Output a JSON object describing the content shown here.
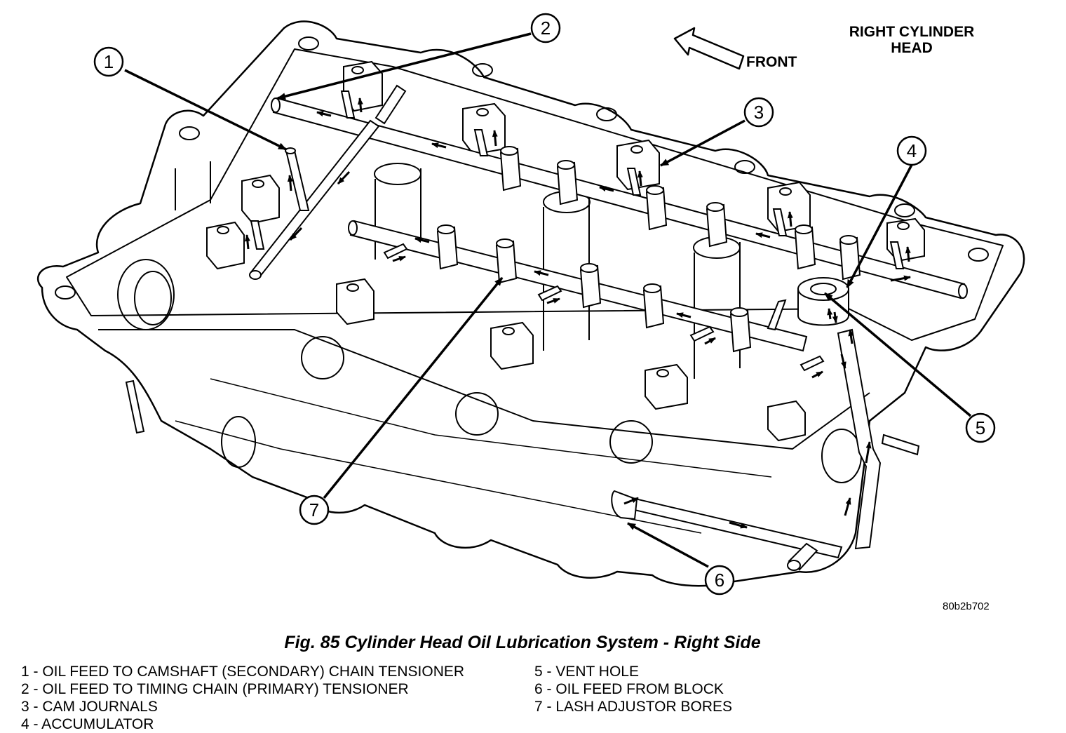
{
  "header": {
    "title_line1": "RIGHT CYLINDER",
    "title_line2": "HEAD"
  },
  "front_label": "FRONT",
  "figure_code": "80b2b702",
  "caption": "Fig. 85 Cylinder Head Oil Lubrication System - Right Side",
  "callouts": [
    "1",
    "2",
    "3",
    "4",
    "5",
    "6",
    "7"
  ],
  "legend": {
    "left": [
      "1 - OIL FEED TO CAMSHAFT (SECONDARY) CHAIN TENSIONER",
      "2 - OIL FEED TO TIMING CHAIN (PRIMARY) TENSIONER",
      "3 - CAM JOURNALS",
      "4 - ACCUMULATOR"
    ],
    "right": [
      "5 - VENT HOLE",
      "6 - OIL FEED FROM BLOCK",
      "7 - LASH ADJUSTOR BORES"
    ]
  },
  "colors": {
    "line": "#000000",
    "background": "#ffffff"
  }
}
